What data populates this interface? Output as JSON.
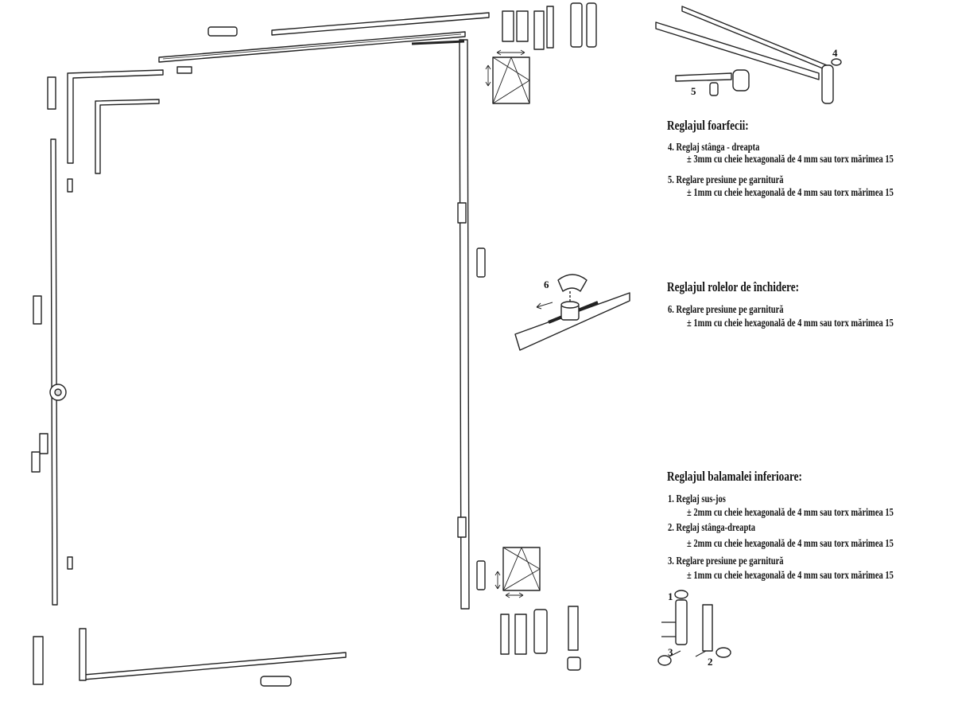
{
  "scissor": {
    "heading": "Reglajul foarfecii:",
    "item4_title": "4. Reglaj stânga - dreapta",
    "item4_detail": "± 3mm  cu cheie hexagonală de 4 mm sau torx mărimea 15",
    "item5_title": "5. Reglare presiune pe garnitură",
    "item5_detail": "± 1mm  cu cheie hexagonală de 4 mm sau torx mărimea 15",
    "callout_4": "4",
    "callout_5": "5"
  },
  "rollers": {
    "heading": "Reglajul rolelor de închidere:",
    "item6_title": "6. Reglare presiune pe garnitură",
    "item6_detail": "± 1mm  cu cheie hexagonală de 4 mm sau torx mărimea 15",
    "callout_6": "6"
  },
  "hinge": {
    "heading": "Reglajul balamalei inferioare:",
    "item1_title": "1. Reglaj sus-jos",
    "item1_detail": "± 2mm  cu cheie hexagonală de 4 mm sau torx mărimea 15",
    "item2_title": "2. Reglaj stânga-dreapta",
    "item2_detail": "± 2mm  cu cheie hexagonală de 4 mm sau torx mărimea 15",
    "item3_title": "3. Reglare presiune pe garnitură",
    "item3_detail": "± 1mm  cu cheie hexagonală de 4 mm sau torx mărimea 15",
    "callout_1": "1",
    "callout_2": "2",
    "callout_3": "3"
  }
}
